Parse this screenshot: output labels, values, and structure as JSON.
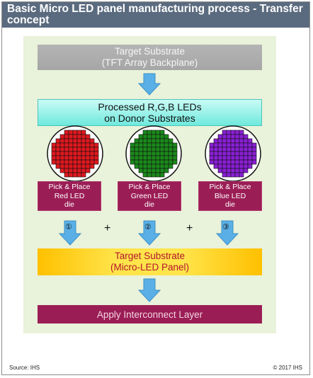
{
  "title": "Basic Micro LED panel manufacturing process - Transfer concept",
  "boxes": {
    "target_substrate_line1": "Target Substrate",
    "target_substrate_line2": "(TFT Array Backplane)",
    "processed_line1": "Processed R,G,B LEDs",
    "processed_line2": "on Donor Substrates",
    "micro_led_line1": "Target Substrate",
    "micro_led_line2": "(Micro-LED Panel)",
    "interconnect": "Apply Interconnect Layer"
  },
  "pick_place": [
    {
      "line1": "Pick & Place",
      "line2": "Red LED",
      "line3": "die",
      "color": "#e0181f"
    },
    {
      "line1": "Pick & Place",
      "line2": "Green LED",
      "line3": "die",
      "color": "#1b8a1b"
    },
    {
      "line1": "Pick & Place",
      "line2": "Blue LED",
      "line3": "die",
      "color": "#8a1fd6"
    }
  ],
  "steps": [
    "①",
    "②",
    "③"
  ],
  "plus": "+",
  "footer": {
    "source": "Source: IHS",
    "copyright": "© 2017 IHS"
  },
  "colors": {
    "header": "#5b6b7f",
    "panel": "#e9f2da",
    "arrow": "#5ab0e6",
    "magenta": "#9b1d55"
  }
}
